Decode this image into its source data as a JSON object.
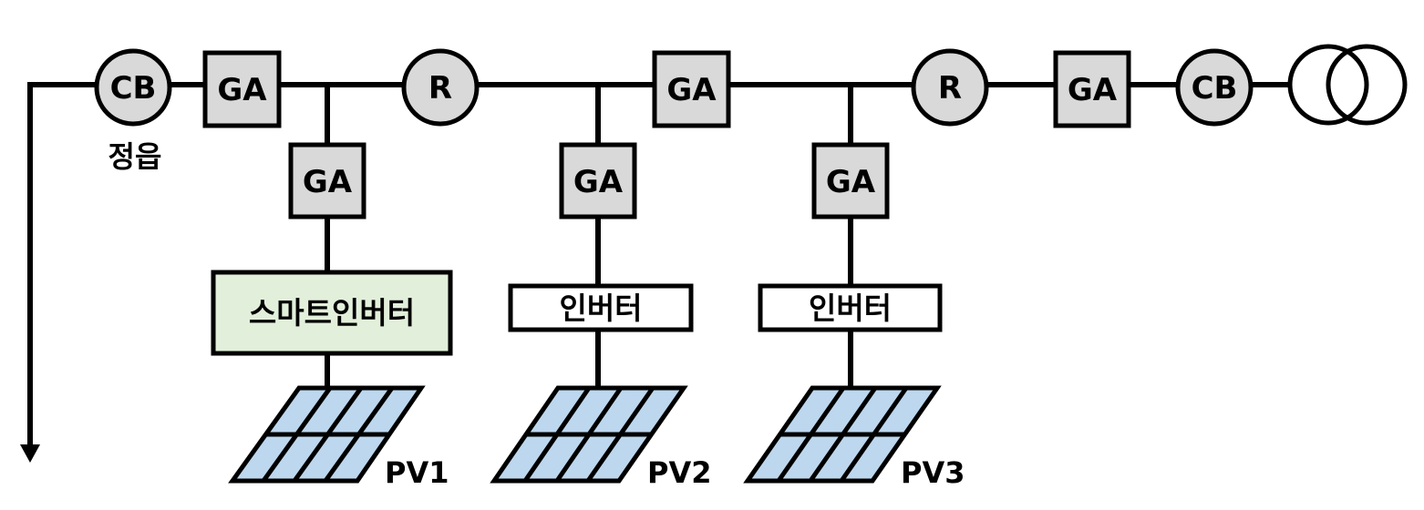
{
  "diagram": {
    "top_line": {
      "circuit_breaker_left": "CB",
      "circuit_breaker_left_caption": "정읍",
      "ga_1": "GA",
      "recloser_1": "R",
      "ga_2": "GA",
      "recloser_2": "R",
      "ga_3": "GA",
      "circuit_breaker_right": "CB"
    },
    "branches": [
      {
        "ga": "GA",
        "inverter": "스마트인버터",
        "pv": "PV1"
      },
      {
        "ga": "GA",
        "inverter": "인버터",
        "pv": "PV2"
      },
      {
        "ga": "GA",
        "inverter": "인버터",
        "pv": "PV3"
      }
    ],
    "colors": {
      "device_fill": "#d9d9d9",
      "smart_inverter_fill": "#e2efda",
      "pv_panel_fill": "#bdd7ee",
      "line": "#000000"
    }
  }
}
